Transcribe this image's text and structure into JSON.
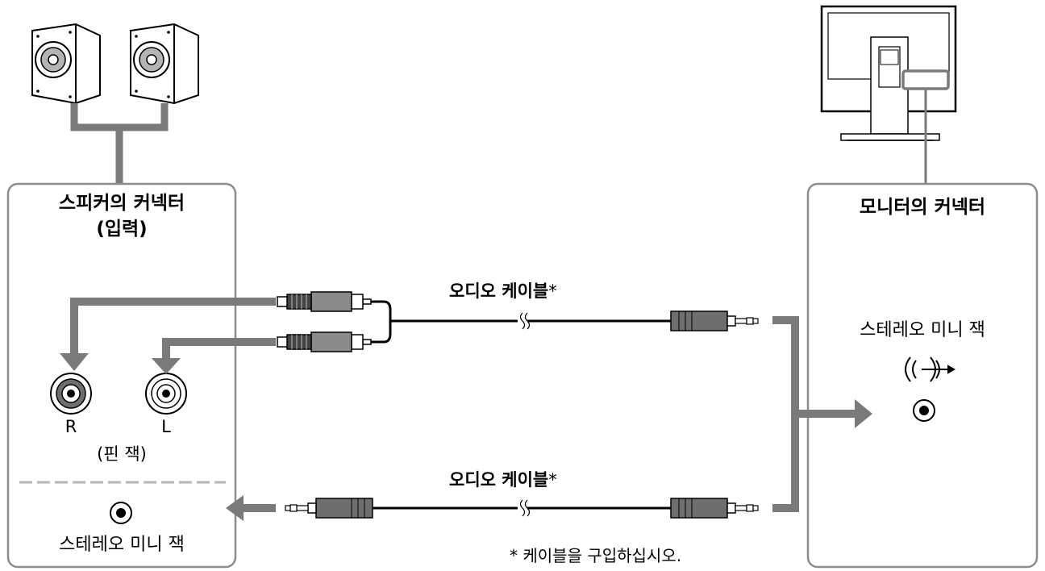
{
  "speaker_panel": {
    "title_line1": "스피커의 커넥터",
    "title_line2": "(입력)",
    "jack_right": "R",
    "jack_left": "L",
    "pin_jack_label": "(핀 잭)",
    "stereo_mini_jack_label": "스테레오 미니 잭"
  },
  "monitor_panel": {
    "title": "모니터의 커넥터",
    "stereo_mini_jack_label": "스테레오 미니 잭"
  },
  "cables": {
    "top_label": "오디오 케이블",
    "bottom_label": "오디오 케이블",
    "asterisk": "*"
  },
  "footnote": "* 케이블을 구입하십시오.",
  "colors": {
    "line": "#000000",
    "arrow_gray": "#7a7a7a",
    "panel_border": "#8c8c8c",
    "dash_gray": "#b4b4b4",
    "plug_dark": "#6e6e6e"
  }
}
